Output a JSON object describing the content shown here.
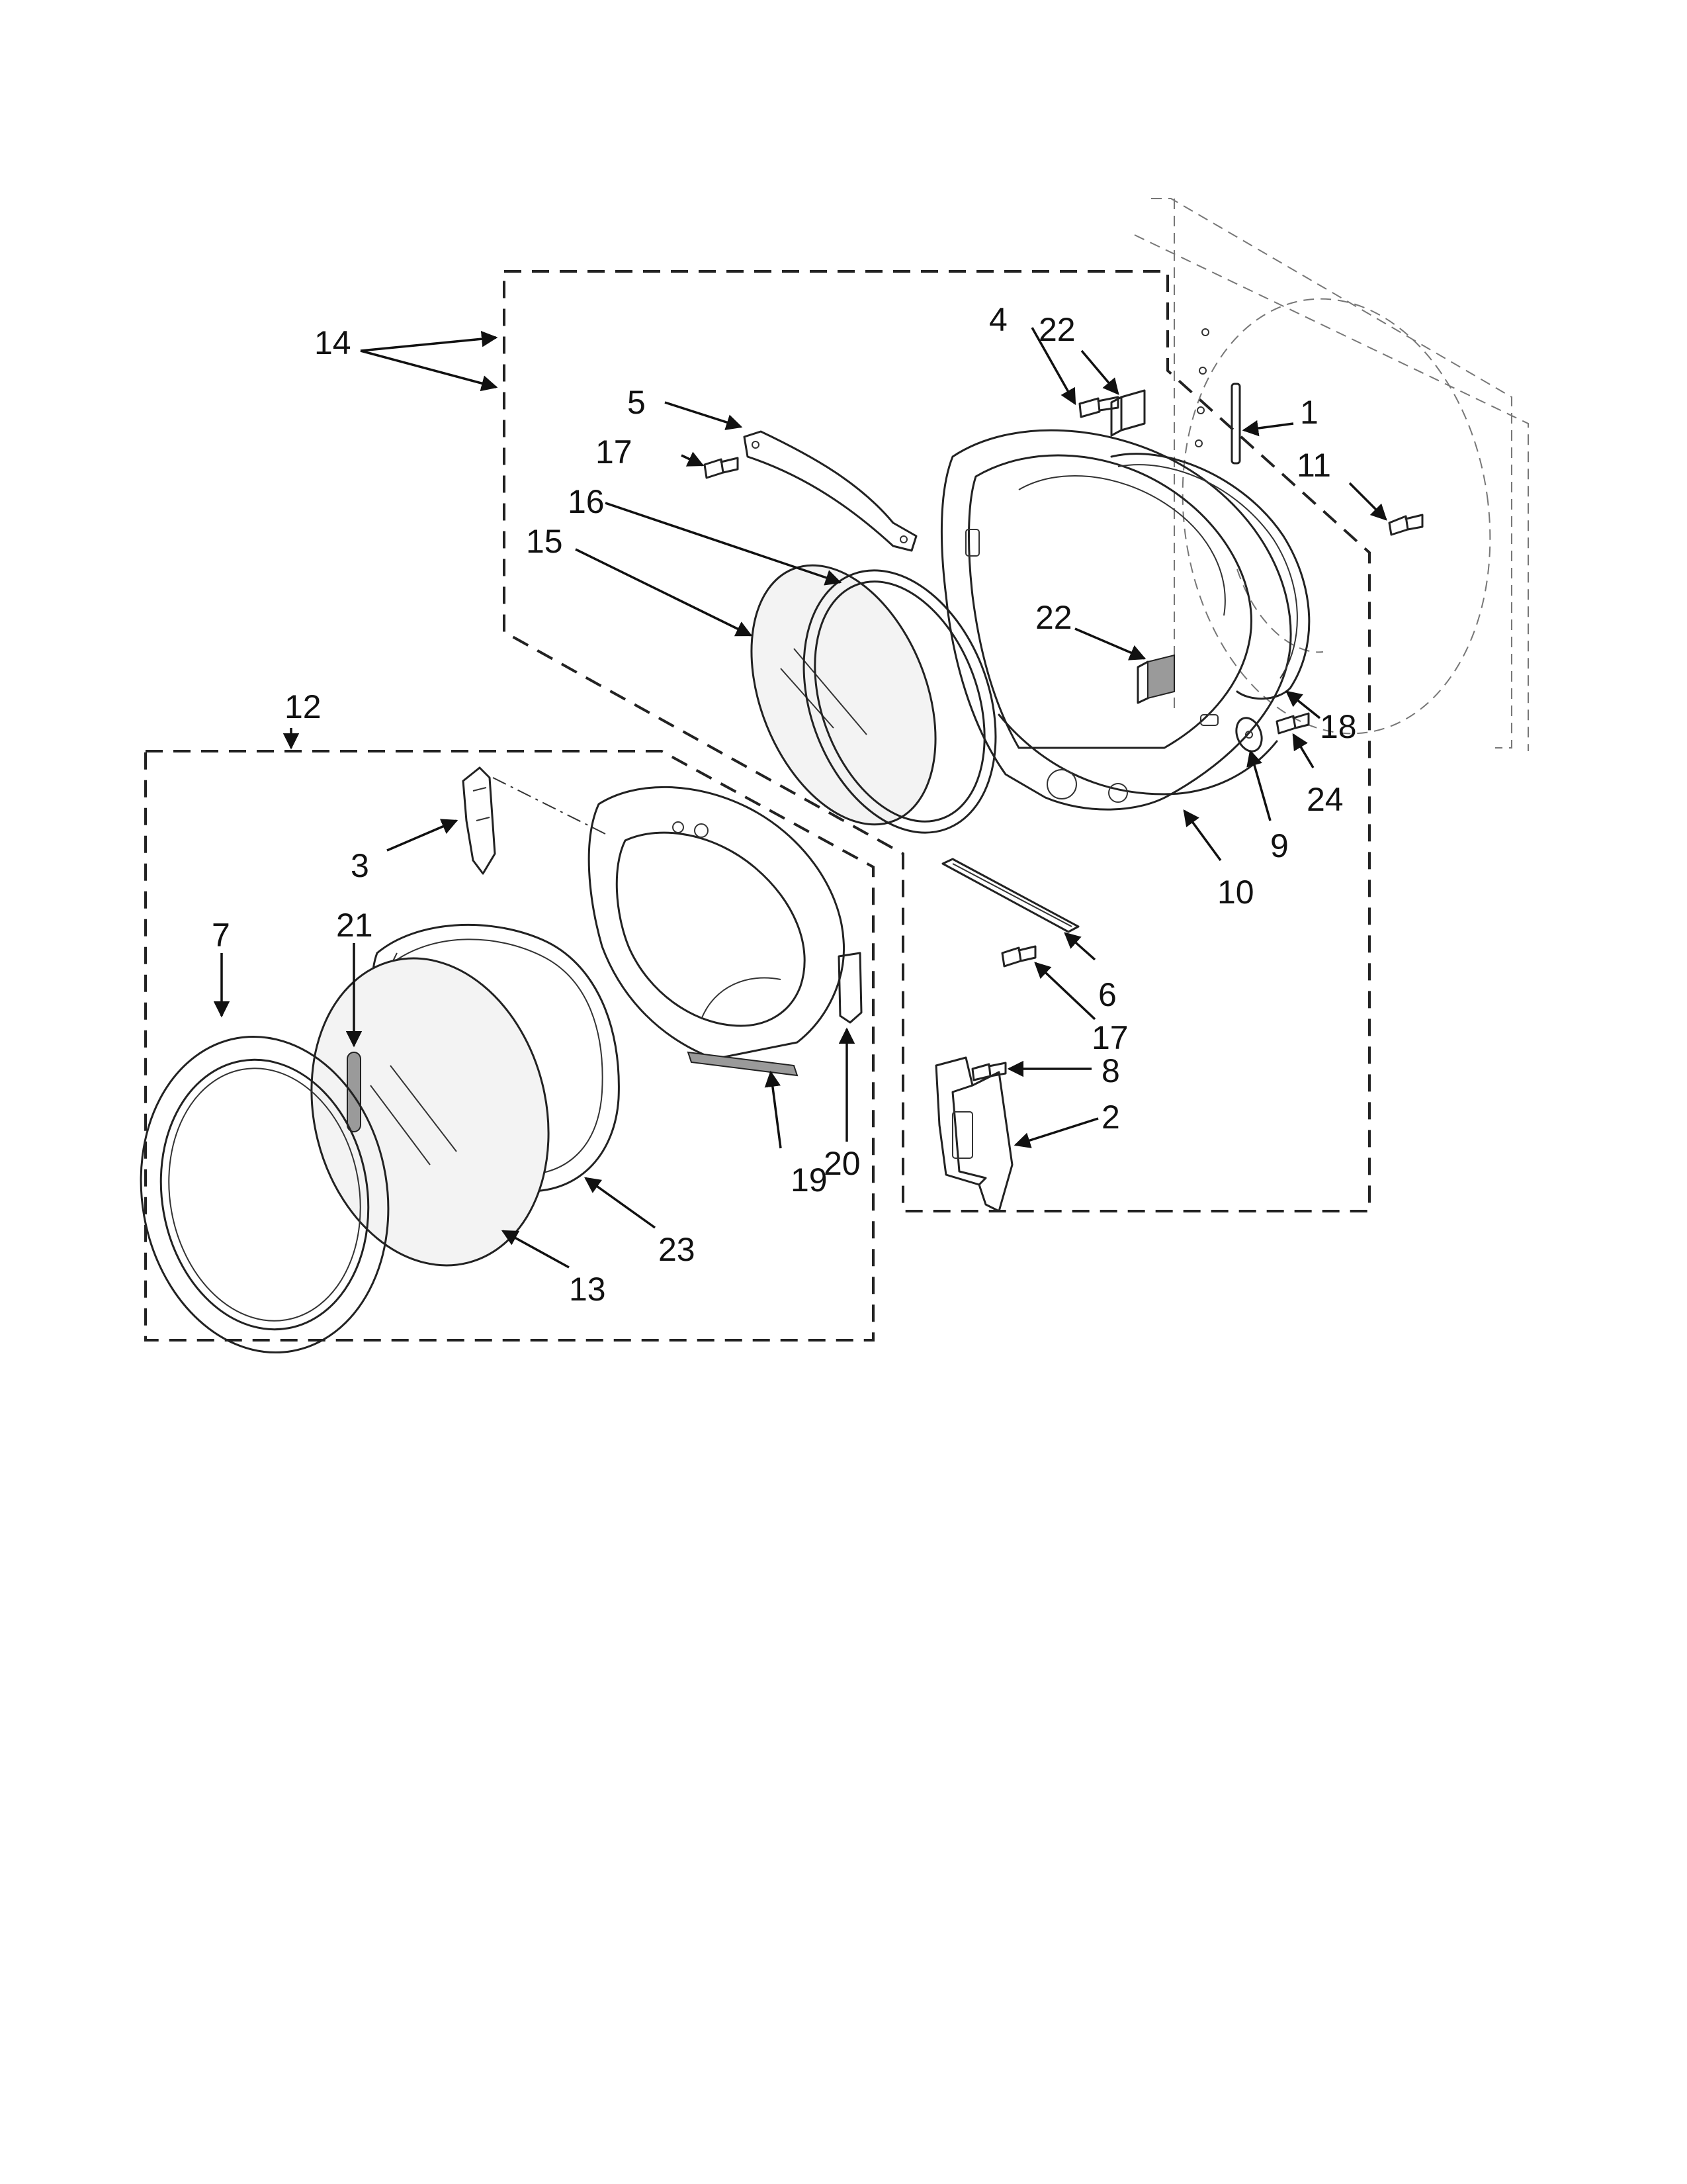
{
  "diagram": {
    "callouts": {
      "c1": "1",
      "c2": "2",
      "c3": "3",
      "c4": "4",
      "c5": "5",
      "c6": "6",
      "c7": "7",
      "c8": "8",
      "c9": "9",
      "c10": "10",
      "c11": "11",
      "c12": "12",
      "c13": "13",
      "c14": "14",
      "c15": "15",
      "c16": "16",
      "c17a": "17",
      "c17b": "17",
      "c18": "18",
      "c19": "19",
      "c20": "20",
      "c21": "21",
      "c22a": "22",
      "c22b": "22",
      "c23": "23",
      "c24": "24"
    }
  }
}
